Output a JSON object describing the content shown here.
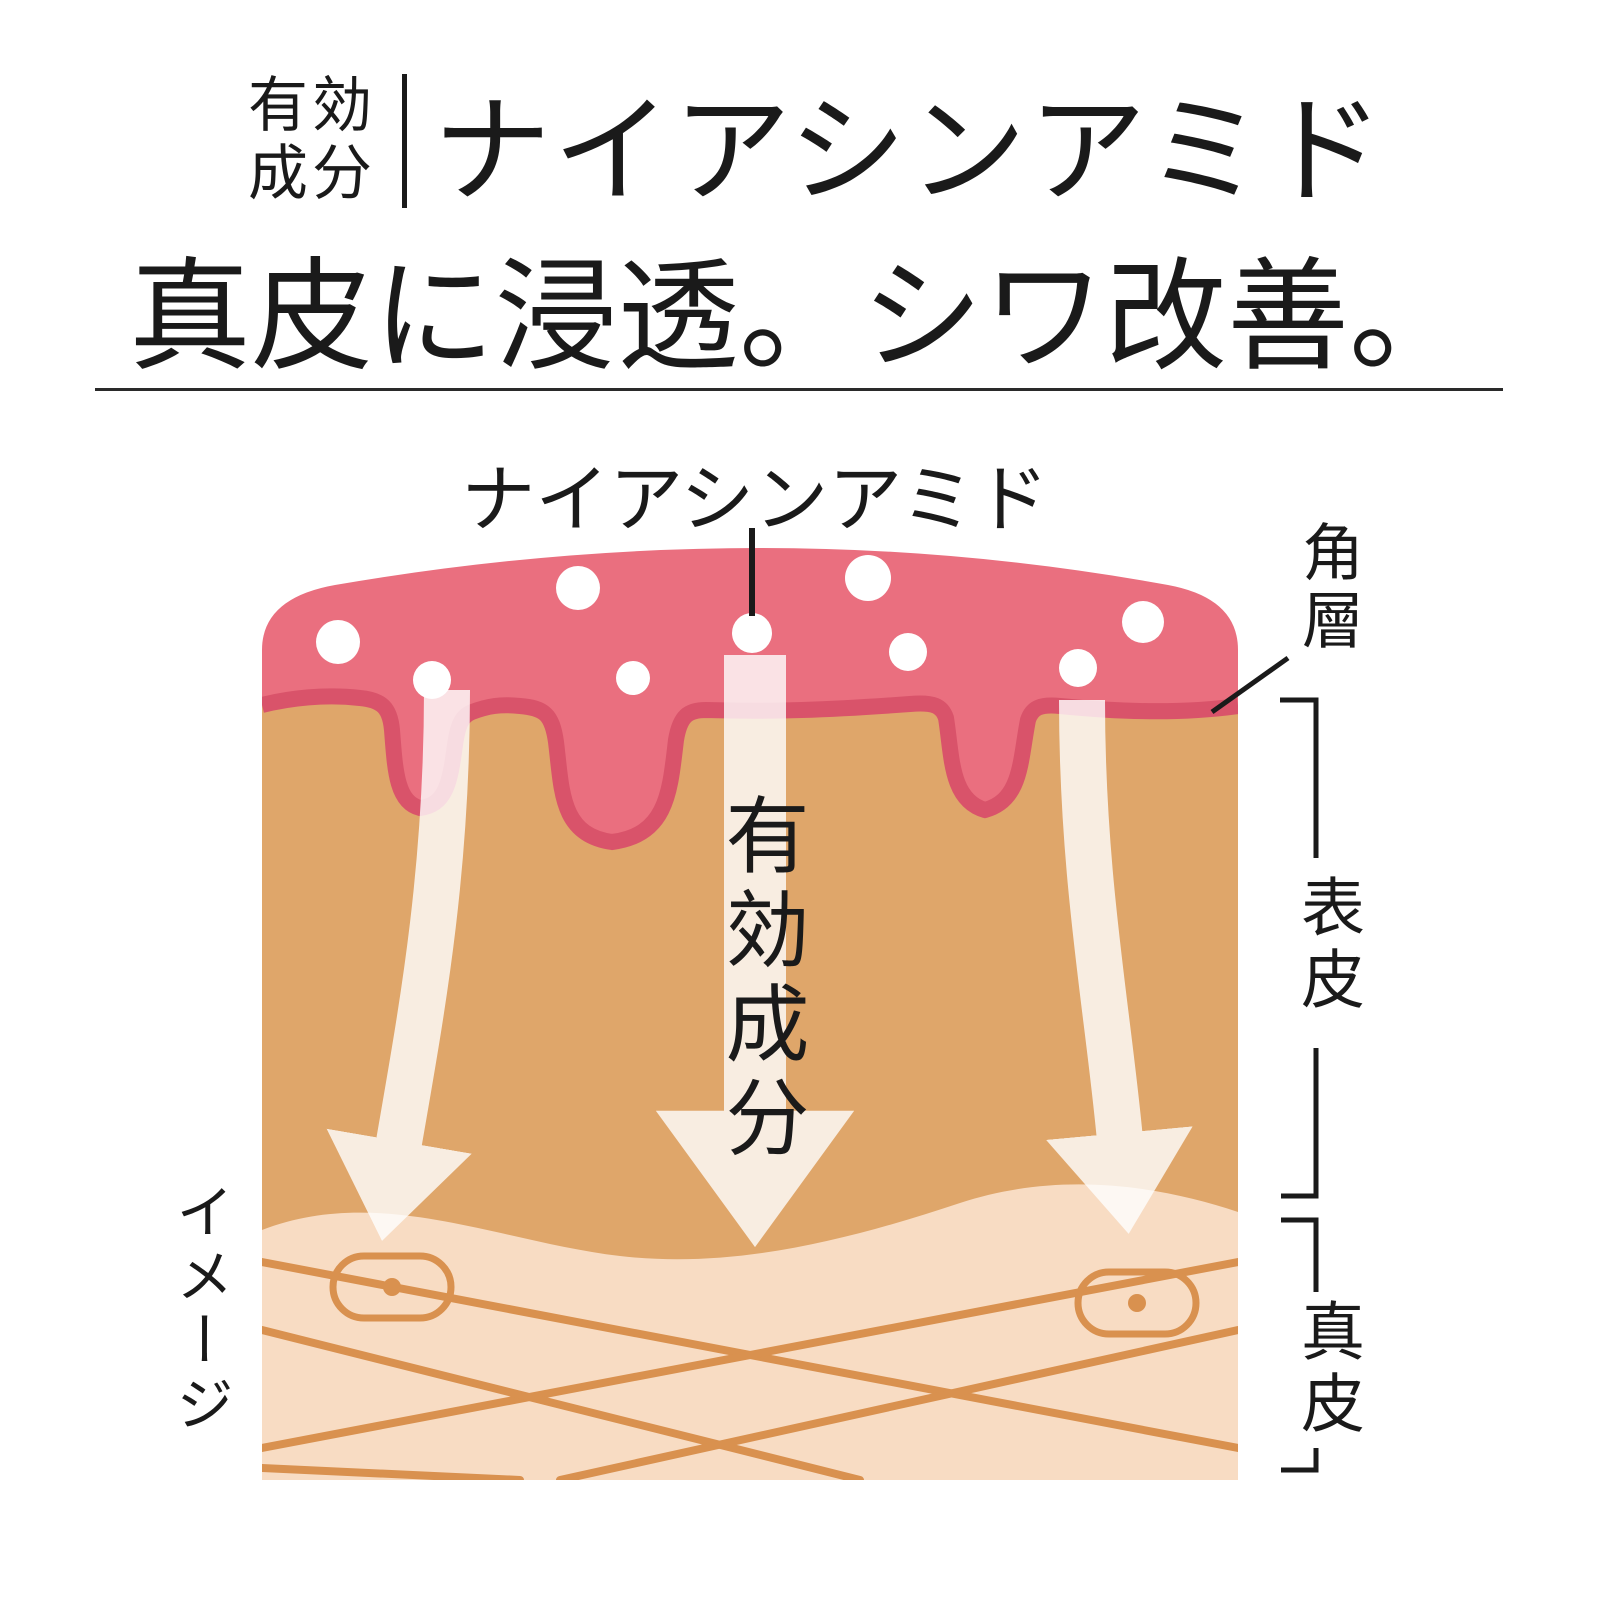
{
  "header": {
    "badge_line1": "有効",
    "badge_line2": "成分",
    "title": "ナイアシンアミド",
    "tagline": "真皮に浸透。シワ改善。"
  },
  "diagram": {
    "ingredient_label": "ナイアシンアミド",
    "active_label": "有効成分",
    "image_note": "イメージ",
    "layer_labels": {
      "stratum": "角層",
      "epidermis": "表皮",
      "dermis": "真皮"
    },
    "colors": {
      "serum": "#ea6f7f",
      "serum_edge": "#d9536a",
      "epidermis": "#dfa66a",
      "dermis": "#f8dcc3",
      "fiber": "#d9914f",
      "dot": "#ffffff",
      "arrow": "#ffffff",
      "text": "#1a1a1a"
    }
  }
}
